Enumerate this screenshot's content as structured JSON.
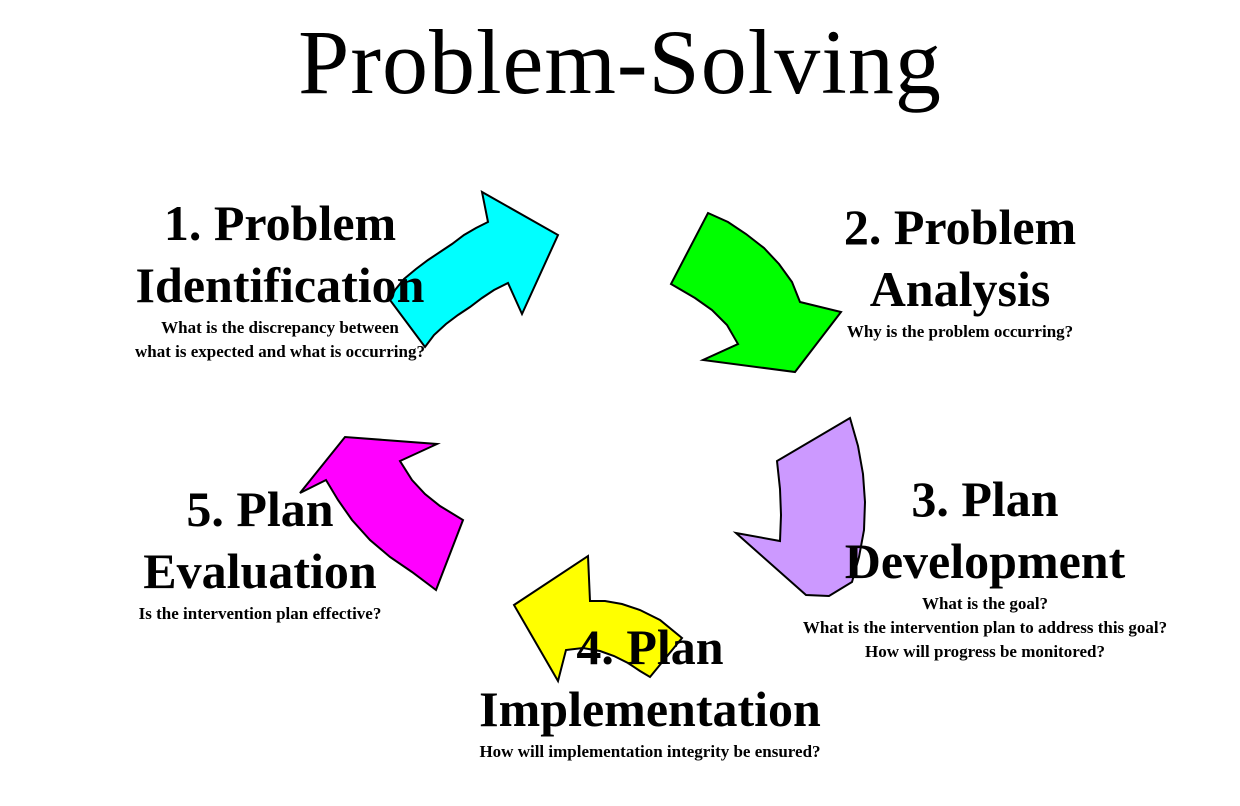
{
  "title": "Problem-Solving",
  "colors": {
    "step1": "#00ffff",
    "step2": "#00ff00",
    "step3": "#cc99ff",
    "step4": "#ffff00",
    "step5": "#ff00ff",
    "outline": "#000000"
  },
  "steps": [
    {
      "line1": "1. Problem",
      "line2": "Identification",
      "desc": [
        "What is the discrepancy between",
        "what is expected and what is occurring?"
      ]
    },
    {
      "line1": "2. Problem",
      "line2": "Analysis",
      "desc": [
        "Why is the problem occurring?"
      ]
    },
    {
      "line1": "3. Plan",
      "line2": "Development",
      "desc": [
        "What is the goal?",
        "What is the intervention plan to address this goal?",
        "How will progress be monitored?"
      ]
    },
    {
      "line1": "4. Plan",
      "line2": "Implementation",
      "desc": [
        "How will implementation integrity be ensured?"
      ]
    },
    {
      "line1": "5. Plan",
      "line2": "Evaluation",
      "desc": [
        "Is the intervention plan effective?"
      ]
    }
  ]
}
